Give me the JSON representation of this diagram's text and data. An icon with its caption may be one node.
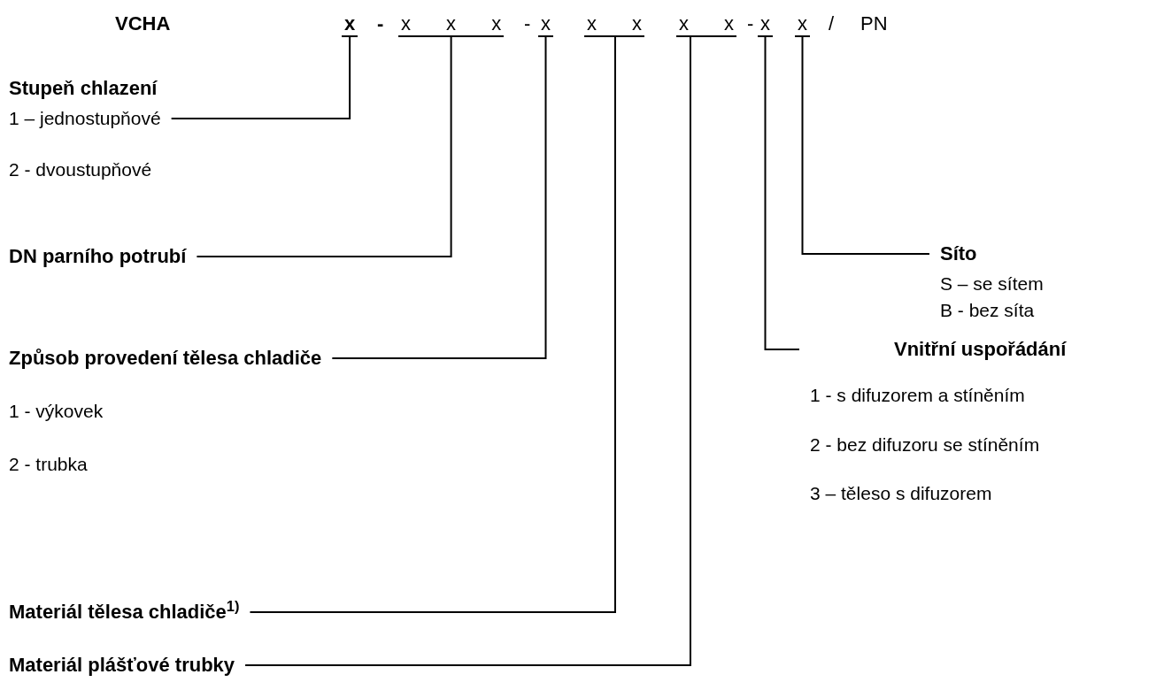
{
  "diagram": {
    "nodes": [
      {
        "text": [
          "x"
        ]
      },
      {
        "text": [
          "x x x"
        ]
      },
      {
        "text": [
          "x"
        ]
      },
      {
        "text": [
          "x x"
        ]
      },
      {
        "text": [
          "x x"
        ]
      },
      {
        "text": [
          "x"
        ]
      },
      {
        "text": [
          "x"
        ]
      },
      {
        "text": [
          "Stupeň chlazení",
          "1 – jednostupňové",
          "2 - dvoustupňové"
        ]
      },
      {
        "text": [
          "DN parního potrubí"
        ]
      },
      {
        "text": [
          "Síto",
          "S – se sítem",
          "B - bez síta"
        ]
      },
      {
        "text": [
          "Způsob provedení tělesa chladiče",
          "1 - výkovek",
          "2 - trubka"
        ]
      },
      {
        "text": [
          "Vnitřní uspořádání",
          "1 - s difuzorem a stíněním",
          "2 - bez difuzoru se stíněním",
          "3 – těleso s difuzorem"
        ]
      },
      {
        "text": [
          "Materiál tělesa chladiče$^{1)}$"
        ]
      },
      {
        "text": [
          "Materiál plášťové trubky"
        ]
      }
    ],
    "edges": [
      {
        "from": 0,
        "to": 7,
        "arrow": "none"
      },
      {
        "from": 1,
        "to": 8,
        "arrow": "none"
      },
      {
        "from": 2,
        "to": 10,
        "arrow": "none"
      },
      {
        "from": 3,
        "to": 12,
        "arrow": "none"
      },
      {
        "from": 4,
        "to": 13,
        "arrow": "none"
      },
      {
        "from": 5,
        "to": 11,
        "arrow": "none"
      },
      {
        "from": 6,
        "to": 9,
        "arrow": "none"
      }
    ],
    "labels": [
      "VCHA",
      "-",
      "-",
      "-",
      "/",
      "PN"
    ]
  }
}
